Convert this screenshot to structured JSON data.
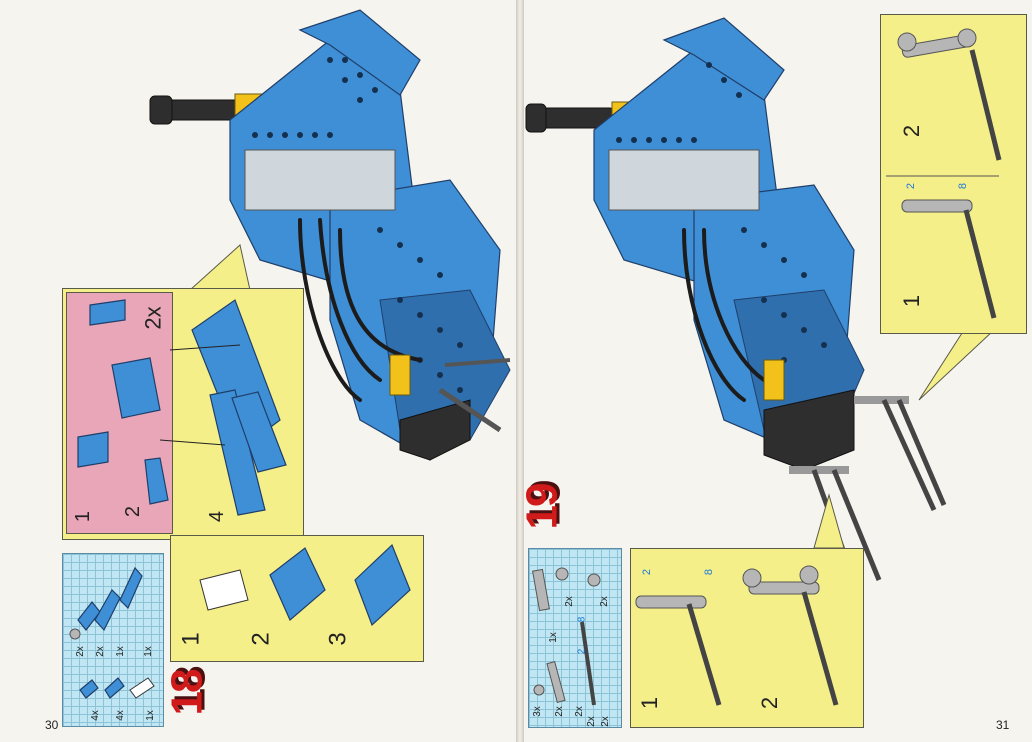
{
  "pages": {
    "left": {
      "page_number": "30",
      "step_number": "18",
      "callout": {
        "multiplier": "2x",
        "sub_steps": [
          "1",
          "2",
          "4"
        ]
      },
      "bottom_steps": [
        "1",
        "2",
        "3"
      ],
      "parts_list": [
        "2x",
        "2x",
        "1x",
        "1x",
        "4x",
        "4x",
        "1x"
      ]
    },
    "right": {
      "page_number": "31",
      "step_number": "19",
      "top_callout": {
        "sub_steps": [
          "2",
          "1"
        ],
        "markers": [
          "2",
          "8"
        ]
      },
      "bottom_callout": {
        "sub_steps": [
          "1",
          "2"
        ],
        "markers": [
          "2",
          "8"
        ]
      },
      "parts_list": [
        "2x",
        "2x",
        "1x",
        "8",
        "2",
        "3x",
        "2x",
        "2x",
        "2x",
        "2x"
      ]
    }
  },
  "colors": {
    "brick_blue": "#3f8fd6",
    "callout_yellow": "#f5ef8a",
    "callout_pink": "#e8a6b8",
    "grid_cyan": "#bfe6f2",
    "step_red": "#d11a1a"
  }
}
